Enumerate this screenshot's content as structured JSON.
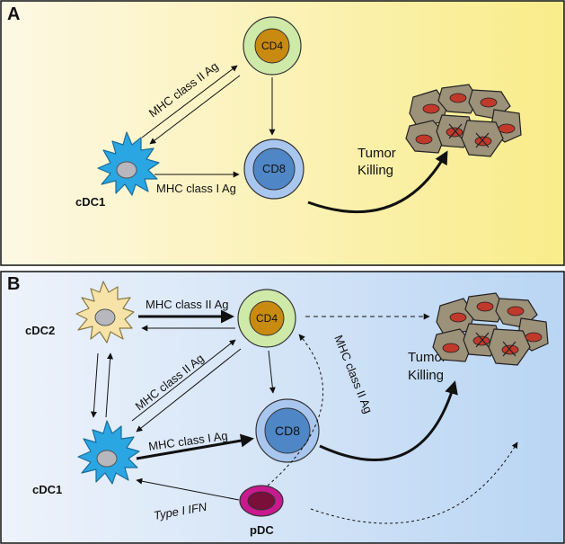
{
  "colors": {
    "panel_a_gradient": [
      "#fdf8e4",
      "#f9ec8a"
    ],
    "panel_b_gradient": [
      "#eef3fb",
      "#b9d5f3"
    ],
    "cd4_outer": "#cfe9a8",
    "cd4_inner": "#c98a10",
    "cd8_outer": "#a9c6ee",
    "cd8_inner": "#4f86c6",
    "cdc1": "#2aa6e2",
    "cdc2": "#f7e3a8",
    "pdc_outer": "#c81a8e",
    "pdc_inner": "#7a0f3a",
    "tumor_cell": "#9c9179",
    "tumor_nucleus": "#c0392b"
  },
  "panel_a": {
    "letter": "A",
    "cd4": "CD4",
    "cd8": "CD8",
    "cdc1": "cDC1",
    "mhc_class_ii": "MHC class II Ag",
    "mhc_class_i": "MHC class I Ag",
    "tumor_line1": "Tumor",
    "tumor_line2": "Killing"
  },
  "panel_b": {
    "letter": "B",
    "cd4": "CD4",
    "cd8": "CD8",
    "cdc1": "cDC1",
    "cdc2": "cDC2",
    "pdc": "pDC",
    "mhc_class_ii_top": "MHC class II Ag",
    "mhc_class_ii_diag": "MHC class II Ag",
    "mhc_class_ii_pdc": "MHC class II Ag",
    "mhc_class_i": "MHC class I Ag",
    "type_i_ifn": "Type I IFN",
    "tumor_line1": "Tumor",
    "tumor_line2": "Killing"
  }
}
